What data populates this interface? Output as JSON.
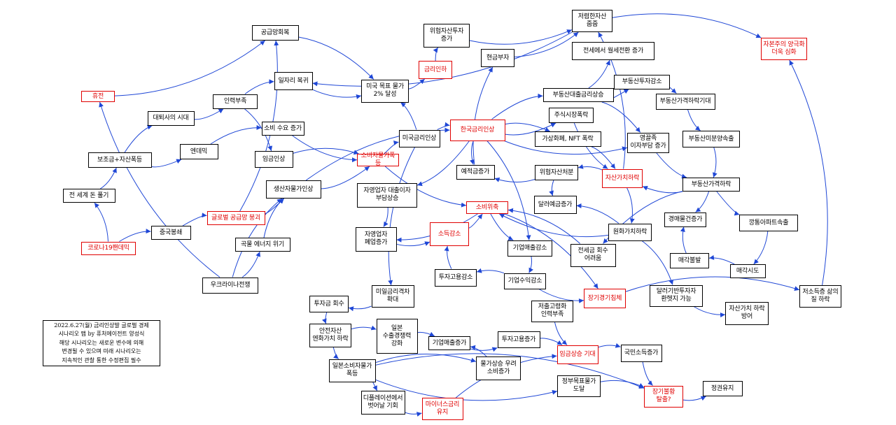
{
  "diagram": {
    "colors": {
      "edge": "#1f47d6",
      "node_border": "#000000",
      "highlight": "#e00000"
    },
    "note": "2022.6.27(월) 금리인상발 글로벌 경제\n시나리오 맵 by 퓨처에이전트 양성식\n해당 시나리오는 새로운 변수에 의해\n변경될 수 있으며 미래 시나리오는\n지속적인 관찰 통한 수정편집 필수",
    "nodes": [
      {
        "text": "공급망회복",
        "color": "#000000"
      },
      {
        "text": "저렴한자산\n줍줍",
        "color": "#000000"
      },
      {
        "text": "위험자산투자\n증가",
        "color": "#000000"
      },
      {
        "text": "자본주의 양극화\n더욱 심화",
        "color": "#e00000"
      },
      {
        "text": "현금부자",
        "color": "#000000"
      },
      {
        "text": "전세에서 월세전환 증가",
        "color": "#000000"
      },
      {
        "text": "금리인하",
        "color": "#e00000"
      },
      {
        "text": "일자리 복귀",
        "color": "#000000"
      },
      {
        "text": "미국 목표 물가\n2% 달성",
        "color": "#000000"
      },
      {
        "text": "부동산투자감소",
        "color": "#000000"
      },
      {
        "text": "휴전",
        "color": "#e00000"
      },
      {
        "text": "인력부족",
        "color": "#000000"
      },
      {
        "text": "부동산대출금리상승",
        "color": "#000000"
      },
      {
        "text": "부동산가격하락기대",
        "color": "#000000"
      },
      {
        "text": "대퇴사의 시대",
        "color": "#000000"
      },
      {
        "text": "주식시장폭락",
        "color": "#000000"
      },
      {
        "text": "소비 수요 증가",
        "color": "#000000"
      },
      {
        "text": "한국금리인상",
        "color": "#e00000"
      },
      {
        "text": "가상화폐, NFT 폭락",
        "color": "#000000"
      },
      {
        "text": "영끌족\n이자부담 증가",
        "color": "#000000"
      },
      {
        "text": "부동산미분양속출",
        "color": "#000000"
      },
      {
        "text": "미국금리인상",
        "color": "#000000"
      },
      {
        "text": "엔데믹",
        "color": "#000000"
      },
      {
        "text": "보조금+자산폭등",
        "color": "#000000"
      },
      {
        "text": "임금인상",
        "color": "#000000"
      },
      {
        "text": "소비자물가폭등",
        "color": "#e00000"
      },
      {
        "text": "예적금증가",
        "color": "#000000"
      },
      {
        "text": "위험자산처분",
        "color": "#000000"
      },
      {
        "text": "자산가치하락",
        "color": "#e00000"
      },
      {
        "text": "부동산가격하락",
        "color": "#000000"
      },
      {
        "text": "전 세계 돈 풀기",
        "color": "#000000"
      },
      {
        "text": "생산자물가인상",
        "color": "#000000"
      },
      {
        "text": "자영업자 대출이자\n부담상승",
        "color": "#000000"
      },
      {
        "text": "달러예금증가",
        "color": "#000000"
      },
      {
        "text": "소비위축",
        "color": "#e00000"
      },
      {
        "text": "글로벌 공급망 붕괴",
        "color": "#e00000"
      },
      {
        "text": "경매물건증가",
        "color": "#000000"
      },
      {
        "text": "깡통아파트속출",
        "color": "#000000"
      },
      {
        "text": "중국봉쇄",
        "color": "#000000"
      },
      {
        "text": "소득감소",
        "color": "#e00000"
      },
      {
        "text": "자영업자\n폐업증가",
        "color": "#000000"
      },
      {
        "text": "원화가치하락",
        "color": "#000000"
      },
      {
        "text": "곡물 에너지 위기",
        "color": "#000000"
      },
      {
        "text": "코로나19팬데믹",
        "color": "#e00000"
      },
      {
        "text": "기업매출감소",
        "color": "#000000"
      },
      {
        "text": "전세금 회수\n어려움",
        "color": "#000000"
      },
      {
        "text": "매각불발",
        "color": "#000000"
      },
      {
        "text": "매각시도",
        "color": "#000000"
      },
      {
        "text": "투자고용감소",
        "color": "#000000"
      },
      {
        "text": "기업수익감소",
        "color": "#000000"
      },
      {
        "text": "우크라이나전쟁",
        "color": "#000000"
      },
      {
        "text": "미일금리격차\n확대",
        "color": "#000000"
      },
      {
        "text": "달러기반투자자\n환헷지 가능",
        "color": "#000000"
      },
      {
        "text": "장기경기침체",
        "color": "#e00000"
      },
      {
        "text": "저소득층 삶의\n질 하락",
        "color": "#000000"
      },
      {
        "text": "투자금 회수",
        "color": "#000000"
      },
      {
        "text": "자산가치 하락\n방어",
        "color": "#000000"
      },
      {
        "text": "저출고령화\n인력부족",
        "color": "#000000"
      },
      {
        "text": "안전자산\n엔화가치 하락",
        "color": "#000000"
      },
      {
        "text": "일본\n수출경쟁력\n강화",
        "color": "#000000"
      },
      {
        "text": "기업매출증가",
        "color": "#000000"
      },
      {
        "text": "투자고용증가",
        "color": "#000000"
      },
      {
        "text": "임금상승 기대",
        "color": "#e00000"
      },
      {
        "text": "국민소득증가",
        "color": "#000000"
      },
      {
        "text": "일본소비자물가\n폭등",
        "color": "#000000"
      },
      {
        "text": "물가상승 우려\n소비증가",
        "color": "#000000"
      },
      {
        "text": "정부목표물가\n도달",
        "color": "#000000"
      },
      {
        "text": "장기불황\n탈출?",
        "color": "#e00000"
      },
      {
        "text": "정권유지",
        "color": "#000000"
      },
      {
        "text": "디플레이션에서\n벗어날 기회",
        "color": "#000000"
      },
      {
        "text": "마이너스금리\n유지",
        "color": "#e00000"
      }
    ],
    "edges": [
      [
        50,
        10
      ],
      [
        10,
        0
      ],
      [
        0,
        8
      ],
      [
        7,
        8
      ],
      [
        11,
        7
      ],
      [
        14,
        11
      ],
      [
        11,
        24
      ],
      [
        8,
        6
      ],
      [
        6,
        2
      ],
      [
        2,
        1
      ],
      [
        1,
        7
      ],
      [
        4,
        1
      ],
      [
        1,
        3
      ],
      [
        28,
        1
      ],
      [
        26,
        4
      ],
      [
        43,
        30
      ],
      [
        43,
        38
      ],
      [
        30,
        23
      ],
      [
        23,
        14
      ],
      [
        23,
        22
      ],
      [
        22,
        16
      ],
      [
        16,
        25
      ],
      [
        24,
        25
      ],
      [
        31,
        25
      ],
      [
        42,
        31
      ],
      [
        50,
        42
      ],
      [
        50,
        31
      ],
      [
        35,
        31
      ],
      [
        38,
        35
      ],
      [
        35,
        0
      ],
      [
        25,
        21
      ],
      [
        25,
        34
      ],
      [
        31,
        17
      ],
      [
        21,
        8
      ],
      [
        21,
        17
      ],
      [
        21,
        51
      ],
      [
        17,
        32
      ],
      [
        17,
        26
      ],
      [
        17,
        12
      ],
      [
        17,
        15
      ],
      [
        17,
        18
      ],
      [
        17,
        19
      ],
      [
        17,
        44
      ],
      [
        12,
        9
      ],
      [
        12,
        19
      ],
      [
        12,
        5
      ],
      [
        9,
        13
      ],
      [
        13,
        20
      ],
      [
        20,
        29
      ],
      [
        19,
        29
      ],
      [
        29,
        28
      ],
      [
        29,
        37
      ],
      [
        29,
        36
      ],
      [
        29,
        45
      ],
      [
        37,
        47
      ],
      [
        47,
        46
      ],
      [
        46,
        36
      ],
      [
        15,
        28
      ],
      [
        18,
        28
      ],
      [
        28,
        27
      ],
      [
        27,
        26
      ],
      [
        27,
        33
      ],
      [
        28,
        41
      ],
      [
        41,
        33
      ],
      [
        41,
        52
      ],
      [
        52,
        56
      ],
      [
        41,
        34
      ],
      [
        45,
        34
      ],
      [
        32,
        40
      ],
      [
        40,
        39
      ],
      [
        34,
        40
      ],
      [
        34,
        44
      ],
      [
        44,
        49
      ],
      [
        49,
        48
      ],
      [
        48,
        39
      ],
      [
        39,
        34
      ],
      [
        34,
        53
      ],
      [
        49,
        53
      ],
      [
        53,
        54
      ],
      [
        54,
        3
      ],
      [
        51,
        55
      ],
      [
        55,
        58
      ],
      [
        58,
        59
      ],
      [
        58,
        64
      ],
      [
        59,
        60
      ],
      [
        60,
        61
      ],
      [
        61,
        62
      ],
      [
        57,
        62
      ],
      [
        62,
        63
      ],
      [
        63,
        67
      ],
      [
        64,
        65
      ],
      [
        65,
        60
      ],
      [
        64,
        69
      ],
      [
        69,
        70
      ],
      [
        70,
        62
      ],
      [
        64,
        66
      ],
      [
        66,
        67
      ],
      [
        67,
        68
      ],
      [
        64,
        67
      ]
    ]
  }
}
